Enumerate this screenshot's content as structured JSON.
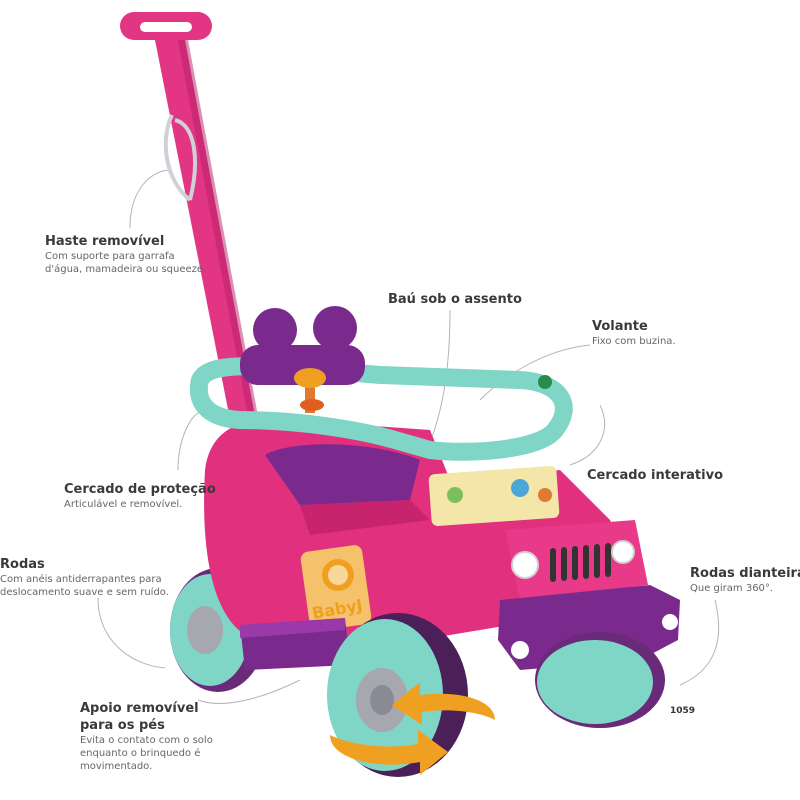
{
  "callouts": {
    "haste": {
      "title": "Haste removível",
      "desc1": "Com suporte para garrafa",
      "desc2": "d'água, mamadeira ou squeeze."
    },
    "bau": {
      "title": "Baú sob o assento"
    },
    "volante": {
      "title": "Volante",
      "desc1": "Fixo com buzina."
    },
    "cercado_protecao": {
      "title": "Cercado de proteção",
      "desc1": "Articulável e removível."
    },
    "cercado_interativo": {
      "title": "Cercado interativo"
    },
    "rodas": {
      "title": "Rodas",
      "desc1": "Com anéis antiderrapantes para",
      "desc2": "deslocamento suave e sem ruído."
    },
    "rodas_dianteiras": {
      "title": "Rodas dianteiras",
      "desc1": "Que giram 360°."
    },
    "apoio": {
      "title1": "Apoio removível",
      "title2": "para os pés",
      "desc1": "Evita o contato com o solo",
      "desc2": "enquanto o brinquedo é",
      "desc3": "movimentado."
    }
  },
  "toy": {
    "logo_text": "BabyJ",
    "model_number": "1059",
    "colors": {
      "body": "#e0307e",
      "purple": "#7a2a8c",
      "teal": "#7fd6c6",
      "orange": "#f0a020"
    }
  }
}
